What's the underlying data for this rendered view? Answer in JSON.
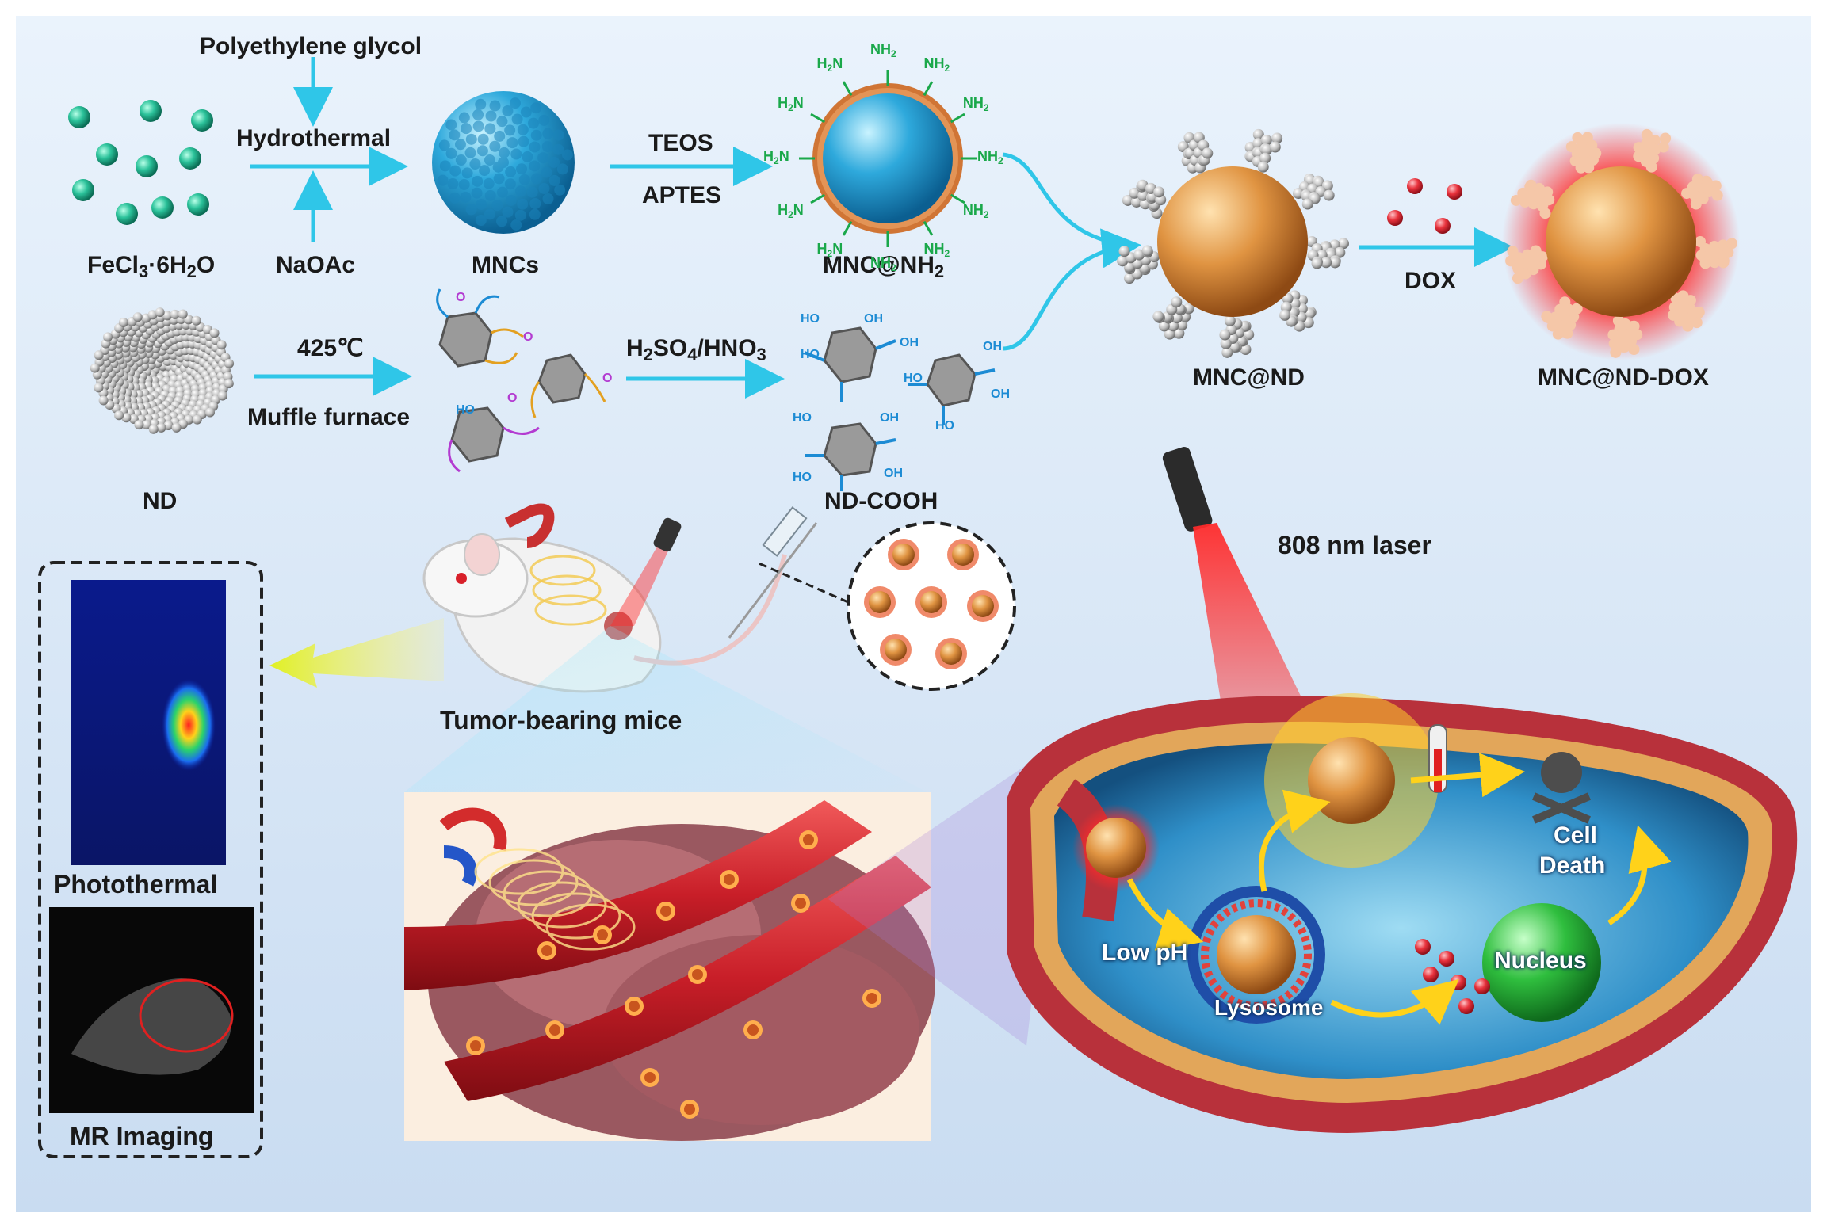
{
  "reagents": {
    "peg": "Polyethylene glycol",
    "hydrothermal": "Hydrothermal",
    "naoac": "NaOAc",
    "teos": "TEOS",
    "aptes": "APTES",
    "temp": "425℃",
    "furnace": "Muffle furnace",
    "acid_pre": "H",
    "acid_s1": "2",
    "acid_mid": "SO",
    "acid_s2": "4",
    "acid_mid2": "/HNO",
    "acid_s3": "3",
    "dox": "DOX"
  },
  "materials": {
    "fecl_a": "FeCl",
    "fecl_s1": "3",
    "fecl_b": "·6H",
    "fecl_s2": "2",
    "fecl_c": "O",
    "mncs": "MNCs",
    "mnc_nh2_a": "MNC@NH",
    "mnc_nh2_s": "2",
    "nd": "ND",
    "nd_cooh": "ND-COOH",
    "mnc_nd": "MNC@ND",
    "mnc_nd_dox": "MNC@ND-DOX"
  },
  "groups": {
    "nh2": "NH",
    "nh2_sub": "2",
    "h2n": "H",
    "h2n_sub": "2",
    "h2n_end": "N",
    "ho": "HO",
    "oh": "OH",
    "o": "O"
  },
  "therapy": {
    "laser": "808 nm laser",
    "mice": "Tumor-bearing mice",
    "photothermal": "Photothermal",
    "mr": "MR Imaging",
    "low_ph": "Low pH",
    "lysosome": "Lysosome",
    "nucleus": "Nucleus",
    "cell_death_1": "Cell",
    "cell_death_2": "Death"
  },
  "colors": {
    "background": "#d6e6f7",
    "arrow": "#2fc6e8",
    "mnc_sphere": "#2aa7d6",
    "fe_dot": "#1fae8a",
    "nh2": "#1aa84a",
    "cooh": "#1c8bd4",
    "core": "#d98a3a",
    "dox": "#e8323c",
    "membrane": "#c8303c",
    "nucleus": "#36c84a"
  }
}
